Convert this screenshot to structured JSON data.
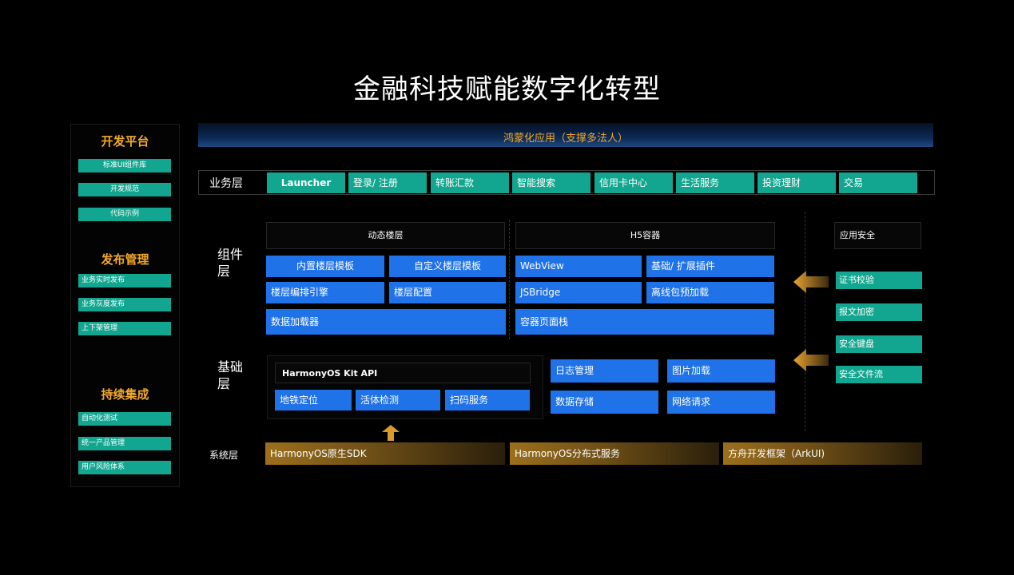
{
  "title": "金融科技赋能数字化转型",
  "sidebar": {
    "sections": [
      {
        "title": "开发平台",
        "items": [
          "标准UI组件库",
          "开发规范",
          "代码示例"
        ]
      },
      {
        "title": "发布管理",
        "items": [
          "业务实时发布",
          "业务灰度发布",
          "上下架管理"
        ]
      },
      {
        "title": "持续集成",
        "items": [
          "自动化测试",
          "统一产品管理",
          "用户风险体系"
        ]
      }
    ]
  },
  "banner": "鸿蒙化应用（支撑多法人）",
  "business": {
    "label": "业务层",
    "items": [
      "Launcher",
      "登录/ 注册",
      "转账汇款",
      "智能搜索",
      "信用卡中心",
      "生活服务",
      "投资理财",
      "交易"
    ]
  },
  "component": {
    "label": "组件\n层",
    "dynamic": {
      "title": "动态楼层",
      "items": [
        "内置楼层模板",
        "自定义楼层模板",
        "楼层编排引擎",
        "楼层配置",
        "数据加载器"
      ]
    },
    "h5": {
      "title": "H5容器",
      "items": [
        "WebView",
        "基础/ 扩展插件",
        "JSBridge",
        "离线包预加载",
        "容器页面栈"
      ]
    }
  },
  "security": {
    "title": "应用安全",
    "items": [
      "证书校验",
      "报文加密",
      "安全键盘",
      "安全文件流"
    ]
  },
  "base": {
    "label": "基础\n层",
    "kit": {
      "title": "HarmonyOS Kit API",
      "items": [
        "地铁定位",
        "活体检测",
        "扫码服务"
      ]
    },
    "items": [
      "日志管理",
      "图片加载",
      "数据存储",
      "网络请求"
    ]
  },
  "system": {
    "label": "系统层",
    "items": [
      "HarmonyOS原生SDK",
      "HarmonyOS分布式服务",
      "方舟开发框架（ArkUI)"
    ]
  },
  "colors": {
    "teal": "#12a690",
    "blue": "#1f72e8",
    "gold": "#f3a92b",
    "background": "#000000"
  },
  "icons": [
    "arrow-up-icon",
    "arrow-left-icon"
  ]
}
